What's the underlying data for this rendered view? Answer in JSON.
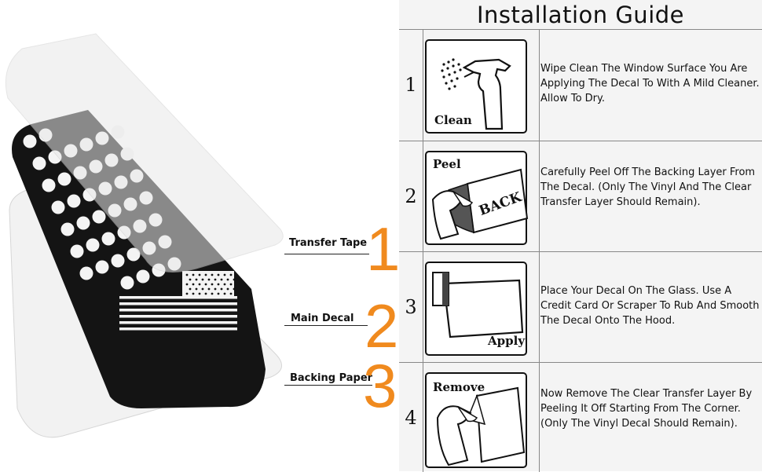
{
  "diagram": {
    "layers": [
      {
        "label": "Transfer Tape",
        "number": "1"
      },
      {
        "label": "Main Decal",
        "number": "2"
      },
      {
        "label": "Backing Paper",
        "number": "3"
      }
    ]
  },
  "guide": {
    "title": "Installation Guide",
    "steps": [
      {
        "number": "1",
        "icon_word": "Clean",
        "icon": "spray-bottle-icon",
        "text": "Wipe Clean The Window Surface You Are Applying The Decal To With A Mild Cleaner. Allow To Dry."
      },
      {
        "number": "2",
        "icon_word": "Peel",
        "icon_word_2": "BACK",
        "icon": "peel-back-icon",
        "text": "Carefully Peel Off The Backing Layer From The Decal. (Only The Vinyl And The Clear Transfer Layer Should Remain)."
      },
      {
        "number": "3",
        "icon_word": "Apply",
        "icon": "card-scraper-icon",
        "text": "Place Your Decal On The Glass. Use A Credit Card Or Scraper To Rub And Smooth The Decal Onto The Hood."
      },
      {
        "number": "4",
        "icon_word": "Remove",
        "icon": "remove-layer-icon",
        "text": "Now Remove The Clear Transfer Layer By Peeling It Off Starting From The Corner.(Only The Vinyl Decal Should Remain)."
      }
    ]
  },
  "colors": {
    "accent": "#f08a1e",
    "decal": "#141414",
    "background": "#f4f4f4"
  }
}
